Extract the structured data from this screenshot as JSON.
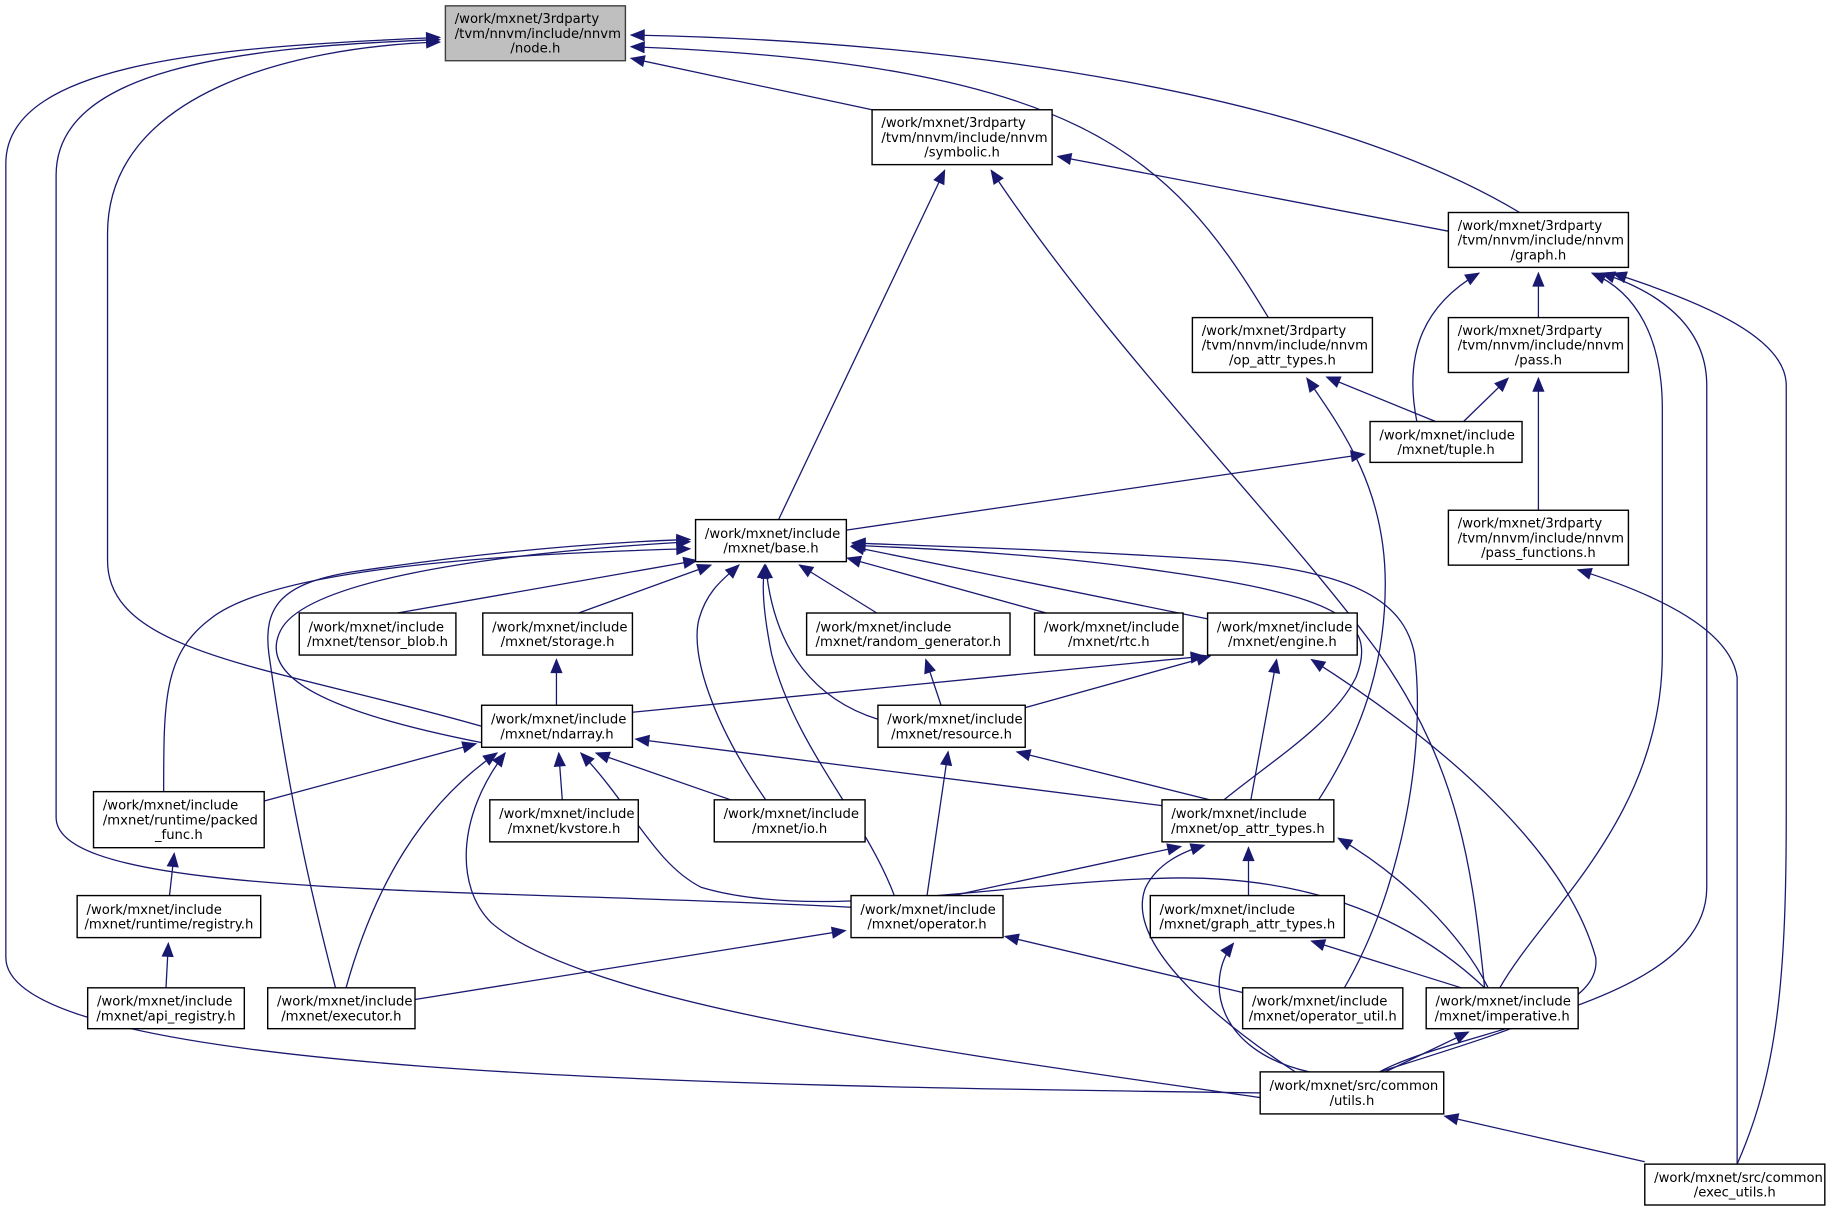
{
  "title": "Include dependency graph for node.h",
  "colors": {
    "edge": "#191970",
    "node_border": "#000000",
    "root_fill": "#bfbfbf",
    "node_fill": "#ffffff"
  },
  "nodes": [
    {
      "id": "node_h",
      "lines": [
        "/work/mxnet/3rdparty",
        "/tvm/nnvm/include/nnvm",
        "/node.h"
      ],
      "root": true
    },
    {
      "id": "symbolic_h",
      "lines": [
        "/work/mxnet/3rdparty",
        "/tvm/nnvm/include/nnvm",
        "/symbolic.h"
      ]
    },
    {
      "id": "graph_h",
      "lines": [
        "/work/mxnet/3rdparty",
        "/tvm/nnvm/include/nnvm",
        "/graph.h"
      ]
    },
    {
      "id": "nnvm_op_attr_types_h",
      "lines": [
        "/work/mxnet/3rdparty",
        "/tvm/nnvm/include/nnvm",
        "/op_attr_types.h"
      ]
    },
    {
      "id": "pass_h",
      "lines": [
        "/work/mxnet/3rdparty",
        "/tvm/nnvm/include/nnvm",
        "/pass.h"
      ]
    },
    {
      "id": "tuple_h",
      "lines": [
        "/work/mxnet/include",
        "/mxnet/tuple.h"
      ]
    },
    {
      "id": "pass_functions_h",
      "lines": [
        "/work/mxnet/3rdparty",
        "/tvm/nnvm/include/nnvm",
        "/pass_functions.h"
      ]
    },
    {
      "id": "base_h",
      "lines": [
        "/work/mxnet/include",
        "/mxnet/base.h"
      ]
    },
    {
      "id": "tensor_blob_h",
      "lines": [
        "/work/mxnet/include",
        "/mxnet/tensor_blob.h"
      ]
    },
    {
      "id": "storage_h",
      "lines": [
        "/work/mxnet/include",
        "/mxnet/storage.h"
      ]
    },
    {
      "id": "random_generator_h",
      "lines": [
        "/work/mxnet/include",
        "/mxnet/random_generator.h"
      ]
    },
    {
      "id": "rtc_h",
      "lines": [
        "/work/mxnet/include",
        "/mxnet/rtc.h"
      ]
    },
    {
      "id": "engine_h",
      "lines": [
        "/work/mxnet/include",
        "/mxnet/engine.h"
      ]
    },
    {
      "id": "ndarray_h",
      "lines": [
        "/work/mxnet/include",
        "/mxnet/ndarray.h"
      ]
    },
    {
      "id": "resource_h",
      "lines": [
        "/work/mxnet/include",
        "/mxnet/resource.h"
      ]
    },
    {
      "id": "packed_func_h",
      "lines": [
        "/work/mxnet/include",
        "/mxnet/runtime/packed",
        "_func.h"
      ]
    },
    {
      "id": "kvstore_h",
      "lines": [
        "/work/mxnet/include",
        "/mxnet/kvstore.h"
      ]
    },
    {
      "id": "io_h",
      "lines": [
        "/work/mxnet/include",
        "/mxnet/io.h"
      ]
    },
    {
      "id": "op_attr_types_h",
      "lines": [
        "/work/mxnet/include",
        "/mxnet/op_attr_types.h"
      ]
    },
    {
      "id": "registry_h",
      "lines": [
        "/work/mxnet/include",
        "/mxnet/runtime/registry.h"
      ]
    },
    {
      "id": "operator_h",
      "lines": [
        "/work/mxnet/include",
        "/mxnet/operator.h"
      ]
    },
    {
      "id": "graph_attr_types_h",
      "lines": [
        "/work/mxnet/include",
        "/mxnet/graph_attr_types.h"
      ]
    },
    {
      "id": "api_registry_h",
      "lines": [
        "/work/mxnet/include",
        "/mxnet/api_registry.h"
      ]
    },
    {
      "id": "executor_h",
      "lines": [
        "/work/mxnet/include",
        "/mxnet/executor.h"
      ]
    },
    {
      "id": "operator_util_h",
      "lines": [
        "/work/mxnet/include",
        "/mxnet/operator_util.h"
      ]
    },
    {
      "id": "imperative_h",
      "lines": [
        "/work/mxnet/include",
        "/mxnet/imperative.h"
      ]
    },
    {
      "id": "utils_h",
      "lines": [
        "/work/mxnet/src/common",
        "/utils.h"
      ]
    },
    {
      "id": "exec_utils_h",
      "lines": [
        "/work/mxnet/src/common",
        "/exec_utils.h"
      ]
    }
  ],
  "edges": [
    {
      "from": "symbolic_h",
      "to": "node_h"
    },
    {
      "from": "graph_h",
      "to": "node_h"
    },
    {
      "from": "nnvm_op_attr_types_h",
      "to": "node_h"
    },
    {
      "from": "ndarray_h",
      "to": "node_h"
    },
    {
      "from": "operator_h",
      "to": "node_h"
    },
    {
      "from": "utils_h",
      "to": "node_h"
    },
    {
      "from": "graph_h",
      "to": "symbolic_h"
    },
    {
      "from": "base_h",
      "to": "symbolic_h"
    },
    {
      "from": "imperative_h",
      "to": "symbolic_h"
    },
    {
      "from": "pass_h",
      "to": "graph_h"
    },
    {
      "from": "tuple_h",
      "to": "graph_h"
    },
    {
      "from": "imperative_h",
      "to": "graph_h"
    },
    {
      "from": "utils_h",
      "to": "graph_h"
    },
    {
      "from": "exec_utils_h",
      "to": "graph_h"
    },
    {
      "from": "tuple_h",
      "to": "nnvm_op_attr_types_h"
    },
    {
      "from": "op_attr_types_h",
      "to": "nnvm_op_attr_types_h"
    },
    {
      "from": "tuple_h",
      "to": "pass_h"
    },
    {
      "from": "pass_functions_h",
      "to": "pass_h"
    },
    {
      "from": "base_h",
      "to": "tuple_h"
    },
    {
      "from": "exec_utils_h",
      "to": "pass_functions_h"
    },
    {
      "from": "tensor_blob_h",
      "to": "base_h"
    },
    {
      "from": "storage_h",
      "to": "base_h"
    },
    {
      "from": "random_generator_h",
      "to": "base_h"
    },
    {
      "from": "rtc_h",
      "to": "base_h"
    },
    {
      "from": "engine_h",
      "to": "base_h"
    },
    {
      "from": "ndarray_h",
      "to": "base_h"
    },
    {
      "from": "resource_h",
      "to": "base_h"
    },
    {
      "from": "packed_func_h",
      "to": "base_h"
    },
    {
      "from": "io_h",
      "to": "base_h"
    },
    {
      "from": "op_attr_types_h",
      "to": "base_h"
    },
    {
      "from": "operator_h",
      "to": "base_h"
    },
    {
      "from": "executor_h",
      "to": "base_h"
    },
    {
      "from": "operator_util_h",
      "to": "base_h"
    },
    {
      "from": "ndarray_h",
      "to": "storage_h"
    },
    {
      "from": "resource_h",
      "to": "random_generator_h"
    },
    {
      "from": "ndarray_h",
      "to": "engine_h"
    },
    {
      "from": "resource_h",
      "to": "engine_h"
    },
    {
      "from": "op_attr_types_h",
      "to": "engine_h"
    },
    {
      "from": "utils_h",
      "to": "engine_h"
    },
    {
      "from": "packed_func_h",
      "to": "ndarray_h"
    },
    {
      "from": "kvstore_h",
      "to": "ndarray_h"
    },
    {
      "from": "io_h",
      "to": "ndarray_h"
    },
    {
      "from": "op_attr_types_h",
      "to": "ndarray_h"
    },
    {
      "from": "executor_h",
      "to": "ndarray_h"
    },
    {
      "from": "imperative_h",
      "to": "ndarray_h"
    },
    {
      "from": "utils_h",
      "to": "ndarray_h"
    },
    {
      "from": "op_attr_types_h",
      "to": "resource_h"
    },
    {
      "from": "operator_h",
      "to": "resource_h"
    },
    {
      "from": "registry_h",
      "to": "packed_func_h"
    },
    {
      "from": "operator_h",
      "to": "op_attr_types_h"
    },
    {
      "from": "graph_attr_types_h",
      "to": "op_attr_types_h"
    },
    {
      "from": "imperative_h",
      "to": "op_attr_types_h"
    },
    {
      "from": "utils_h",
      "to": "op_attr_types_h"
    },
    {
      "from": "api_registry_h",
      "to": "registry_h"
    },
    {
      "from": "executor_h",
      "to": "operator_h"
    },
    {
      "from": "operator_util_h",
      "to": "operator_h"
    },
    {
      "from": "imperative_h",
      "to": "graph_attr_types_h"
    },
    {
      "from": "utils_h",
      "to": "graph_attr_types_h"
    },
    {
      "from": "utils_h",
      "to": "imperative_h"
    },
    {
      "from": "exec_utils_h",
      "to": "utils_h"
    }
  ]
}
